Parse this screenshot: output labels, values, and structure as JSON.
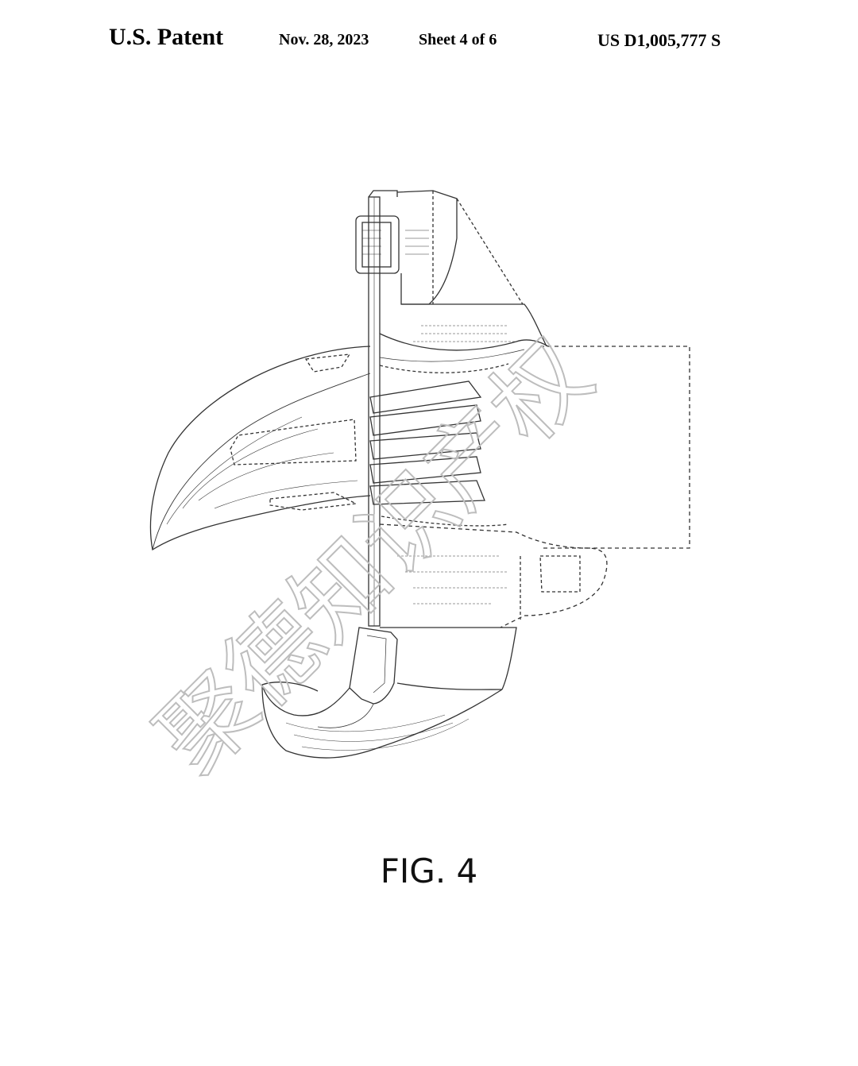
{
  "header": {
    "title": "U.S. Patent",
    "date": "Nov. 28, 2023",
    "sheet": "Sheet 4 of 6",
    "patent_number": "US D1,005,777 S"
  },
  "figure": {
    "label": "FIG. 4"
  },
  "watermark": {
    "text": "聚德知识产权",
    "color": "#bdbdbd"
  },
  "colors": {
    "line": "#333333",
    "dashed": "#555555"
  }
}
